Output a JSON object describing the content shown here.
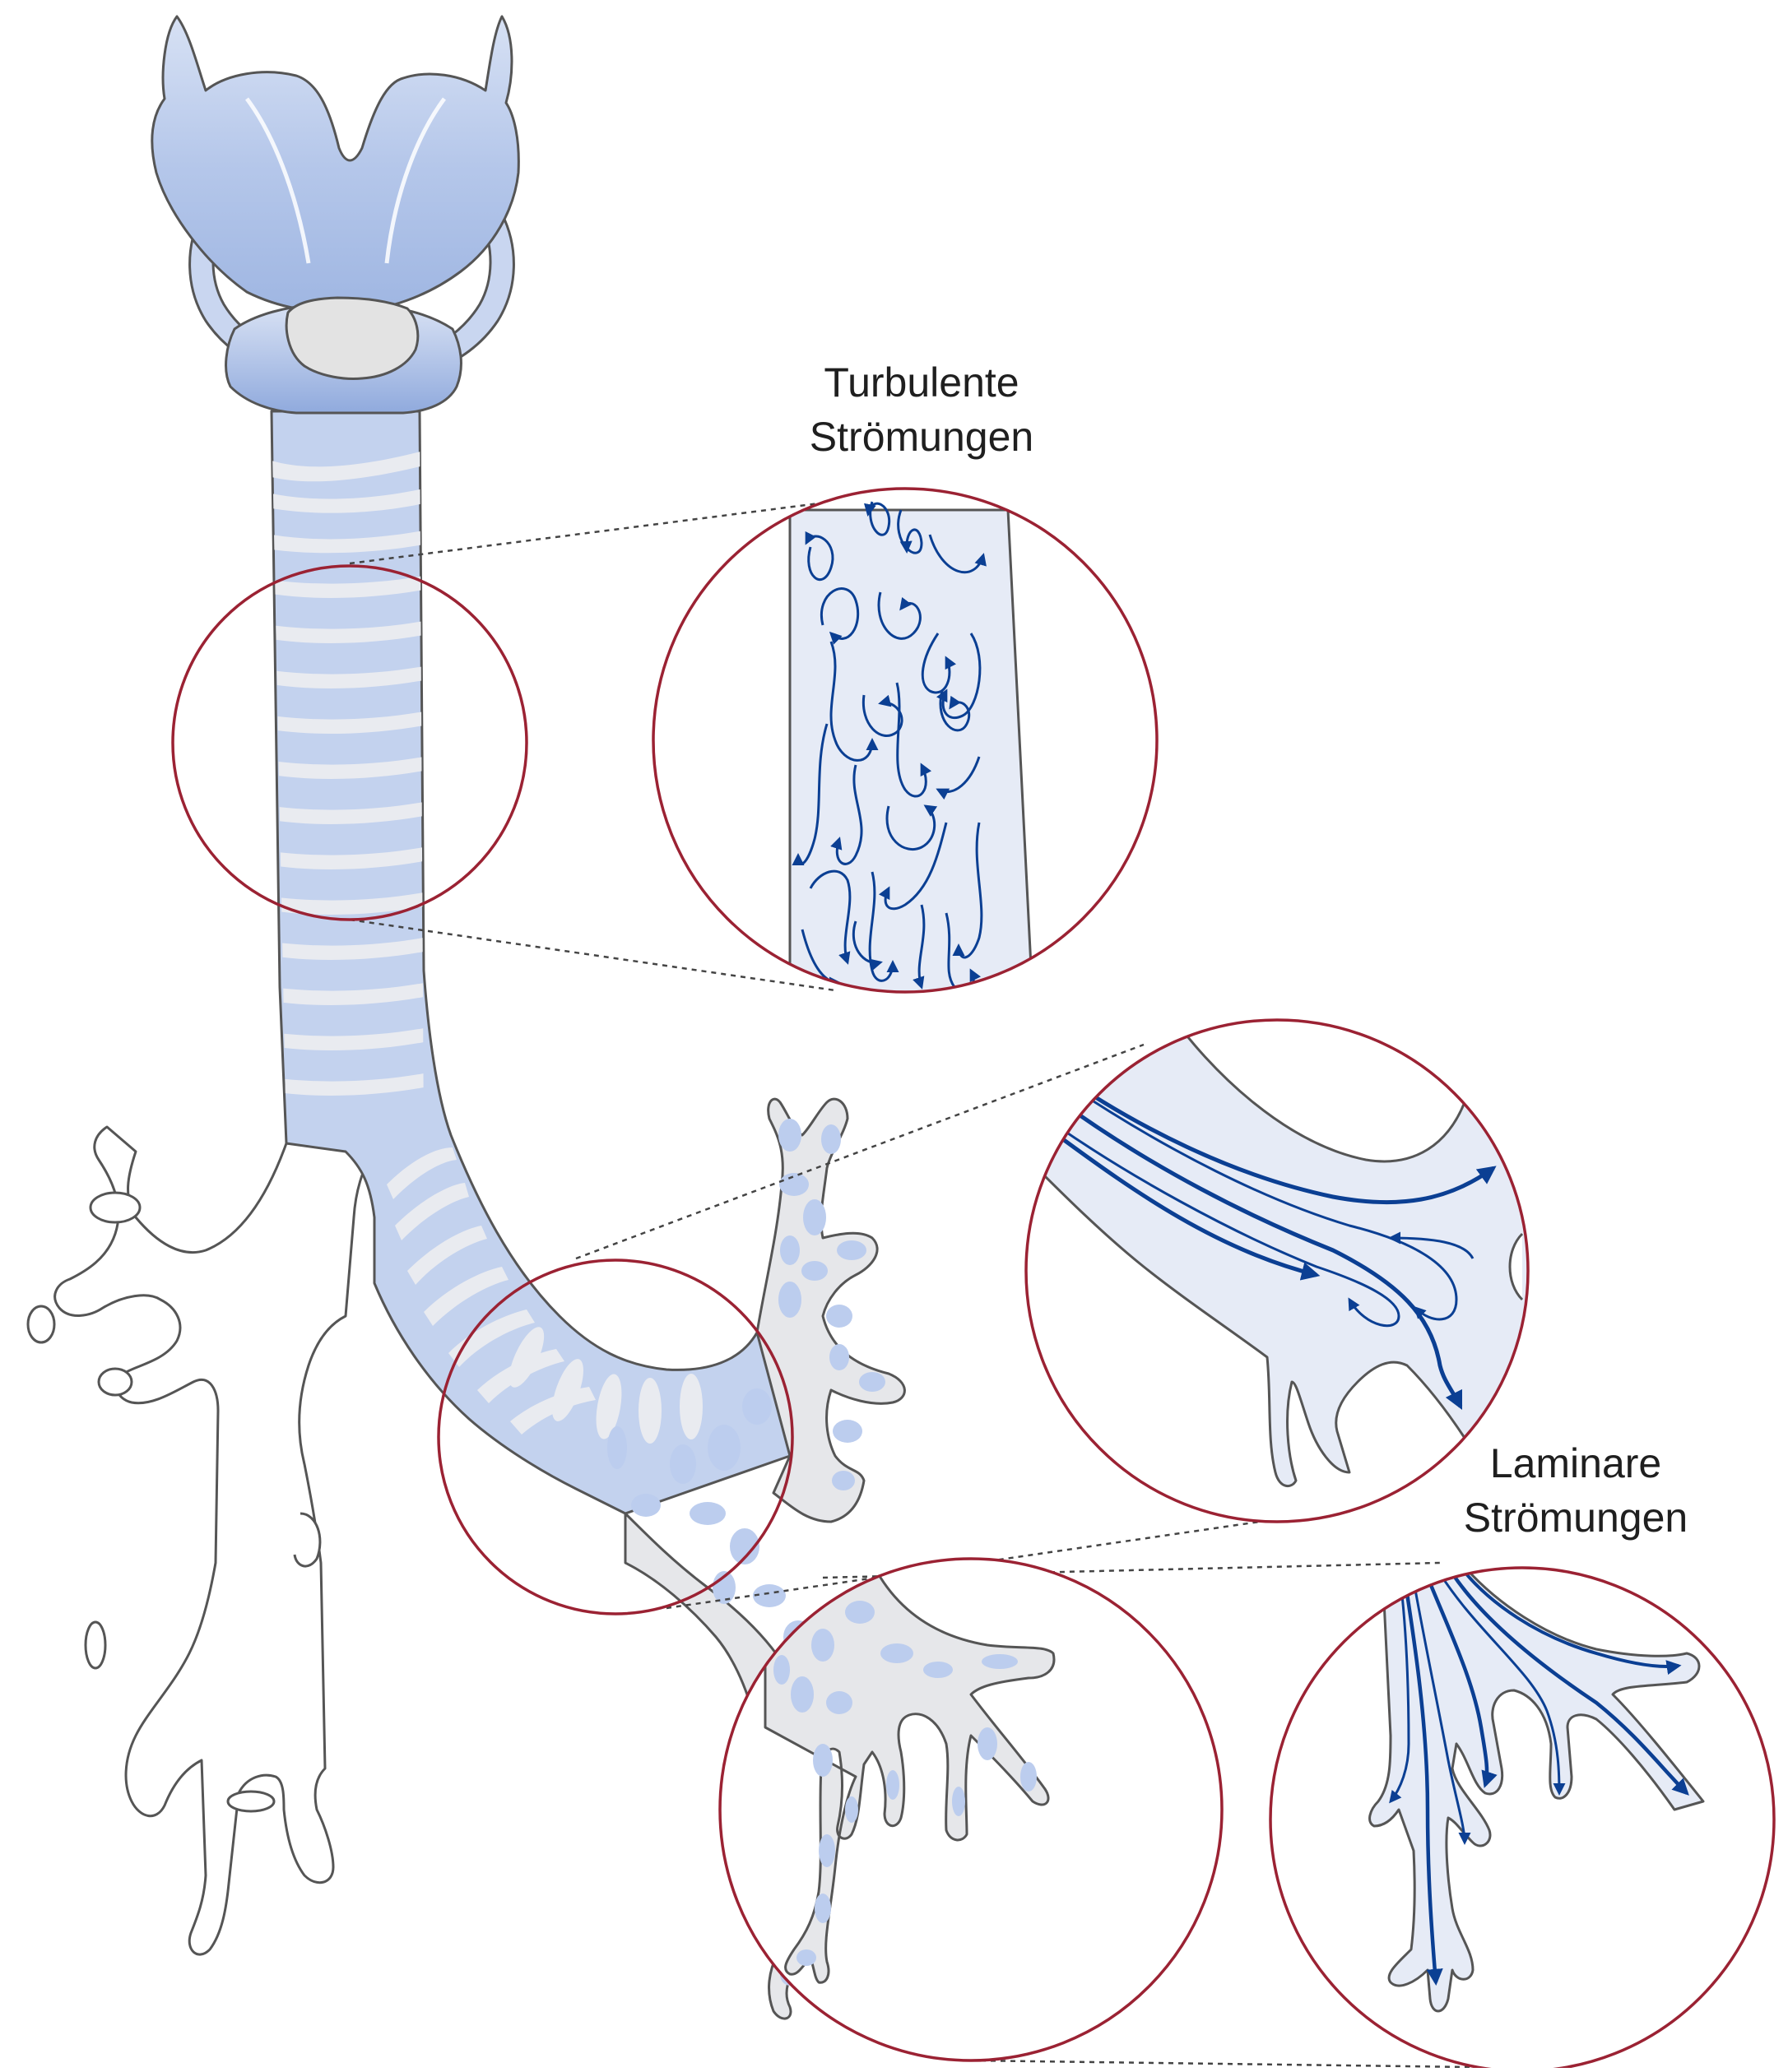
{
  "labels": {
    "turbulent_line1": "Turbulente",
    "turbulent_line2": "Strömungen",
    "laminar_line1": "Laminare",
    "laminar_line2": "Strömungen"
  },
  "colors": {
    "airway_fill": "#c3d2ee",
    "airway_light": "#e6ebf6",
    "cartilage_ring": "#ececec",
    "outline": "#555555",
    "lens_circle": "#9b2233",
    "flow_arrow": "#0b3f93",
    "leader_line": "#444444"
  },
  "icons": {
    "flow_arrow": "arrowhead",
    "magnifier": "circle-outline"
  }
}
